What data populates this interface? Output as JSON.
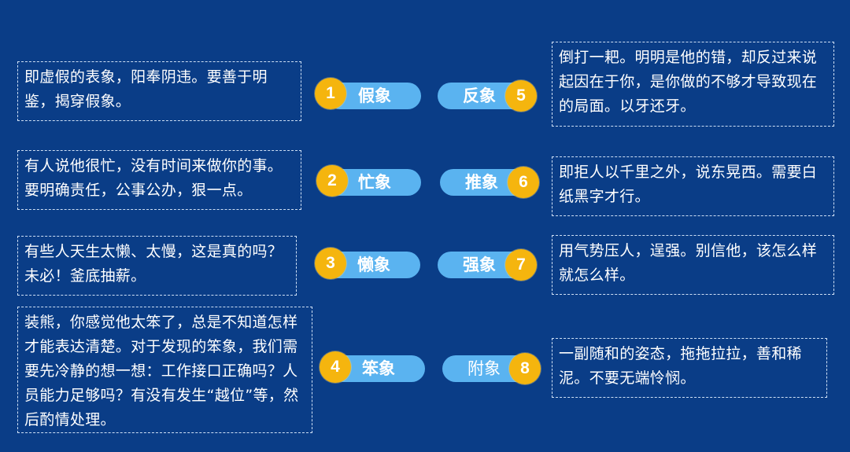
{
  "colors": {
    "background": "#0a3d87",
    "pill": "#5ab3f0",
    "badge": "#f5b50e",
    "text": "#ffffff",
    "border": "#cfe0f5"
  },
  "items": [
    {
      "number": "1",
      "label": "假象",
      "description": "即虚假的表象，阳奉阴违。要善于明鉴，揭穿假象。"
    },
    {
      "number": "2",
      "label": "忙象",
      "description": "有人说他很忙，没有时间来做你的事。要明确责任，公事公办，狠一点。"
    },
    {
      "number": "3",
      "label": "懒象",
      "description": "有些人天生太懒、太慢，这是真的吗？未必！釜底抽薪。"
    },
    {
      "number": "4",
      "label": "笨象",
      "description": "装熊，你感觉他太笨了，总是不知道怎样才能表达清楚。对于发现的笨象，我们需要先冷静的想一想：工作接口正确吗？人员能力足够吗？有没有发生“越位”等，然后酌情处理。"
    },
    {
      "number": "5",
      "label": "反象",
      "description": "倒打一耙。明明是他的错，却反过来说起因在于你，是你做的不够才导致现在的局面。以牙还牙。"
    },
    {
      "number": "6",
      "label": "推象",
      "description": "即拒人以千里之外，说东晃西。需要白纸黑字才行。"
    },
    {
      "number": "7",
      "label": "强象",
      "description": "用气势压人，逞强。别信他，该怎么样就怎么样。"
    },
    {
      "number": "8",
      "label": "附象",
      "description": "一副随和的姿态，拖拖拉拉，善和稀泥。不要无端怜悯。"
    }
  ]
}
